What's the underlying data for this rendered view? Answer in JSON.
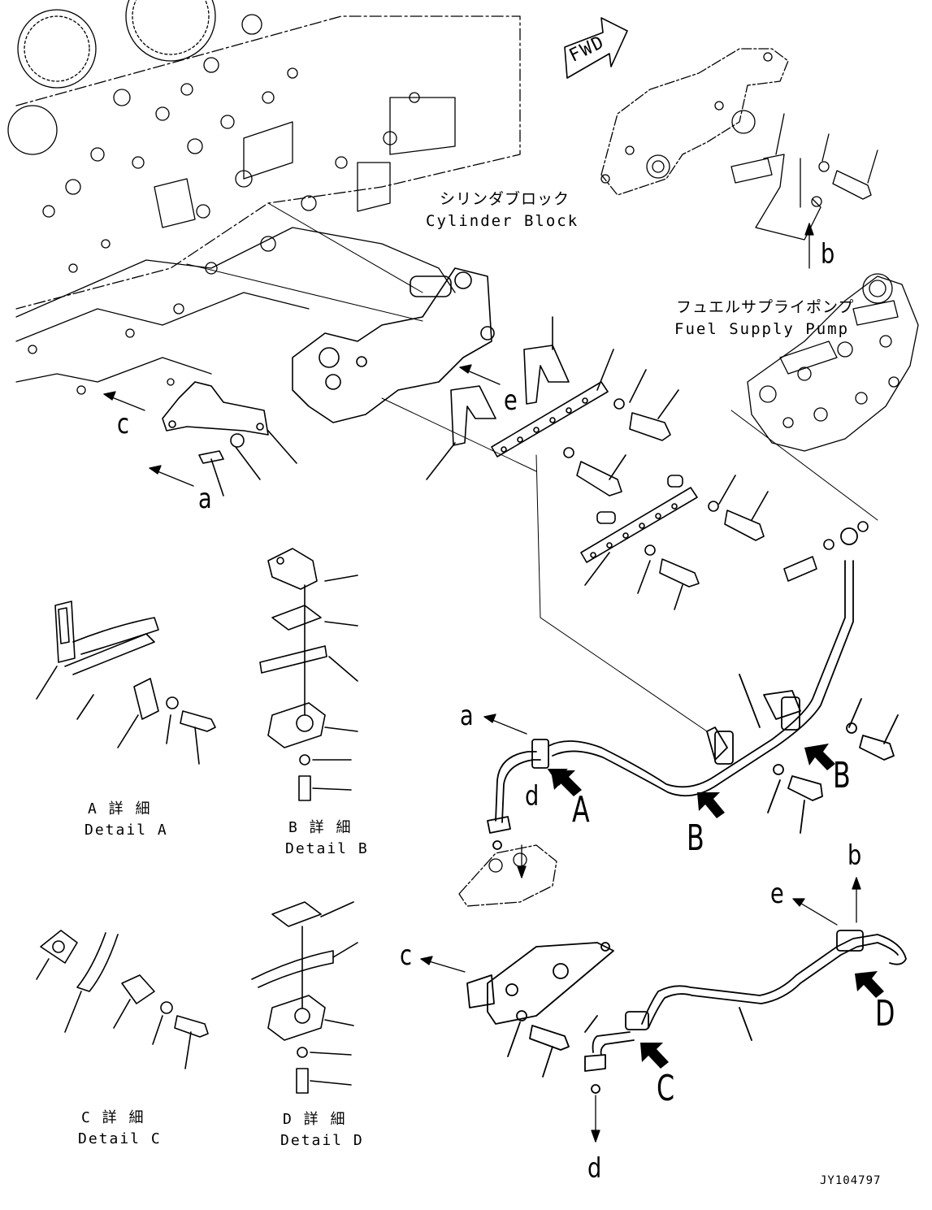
{
  "labels": {
    "fwd": "FWD",
    "cylinder_block_jp": "シリンダブロック",
    "cylinder_block_en": "Cylinder Block",
    "fuel_pump_jp": "フュエルサプライポンプ",
    "fuel_pump_en": "Fuel Supply Pump",
    "detail_a_jp": "A 詳 細",
    "detail_a_en": "Detail A",
    "detail_b_jp": "B 詳 細",
    "detail_b_en": "Detail B",
    "detail_c_jp": "C 詳 細",
    "detail_c_en": "Detail C",
    "detail_d_jp": "D 詳 細",
    "detail_d_en": "Detail D",
    "drawing_code": "JY104797"
  },
  "refs": {
    "a": "a",
    "b": "b",
    "c": "c",
    "d": "d",
    "e": "e",
    "A": "A",
    "B": "B",
    "C": "C",
    "D": "D"
  }
}
